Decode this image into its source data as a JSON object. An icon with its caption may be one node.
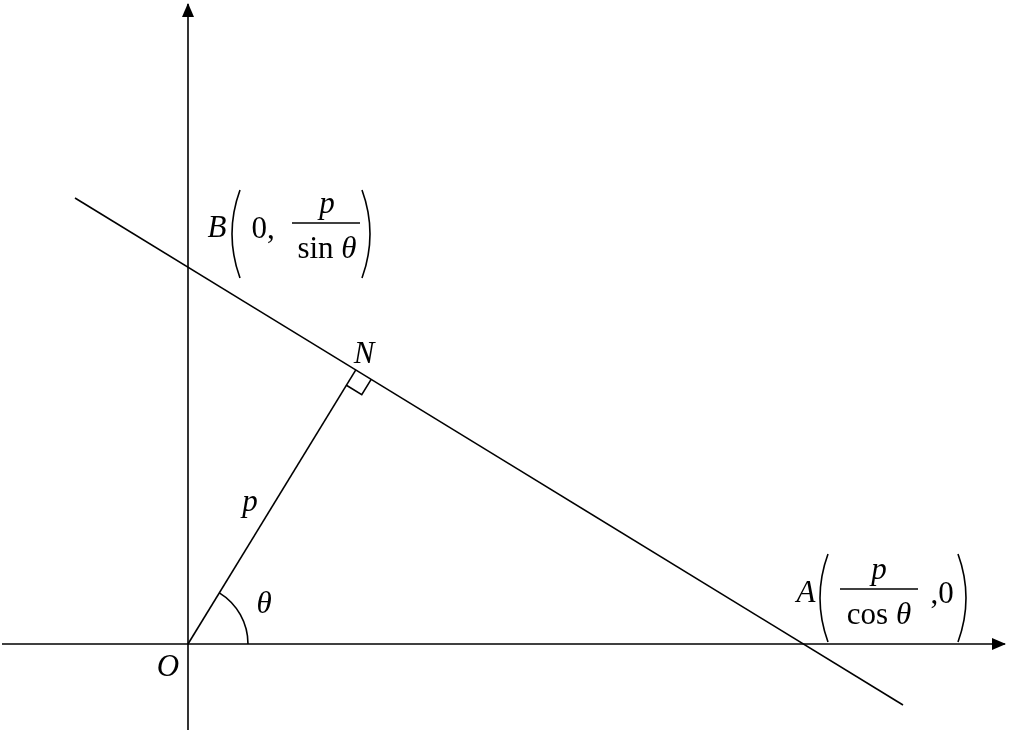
{
  "diagram": {
    "labels": [
      "B",
      "0,",
      "p",
      "sin *θ*",
      "N",
      "p",
      "θ",
      "A",
      "p",
      "cos *θ*",
      ",0",
      "O"
    ]
  }
}
